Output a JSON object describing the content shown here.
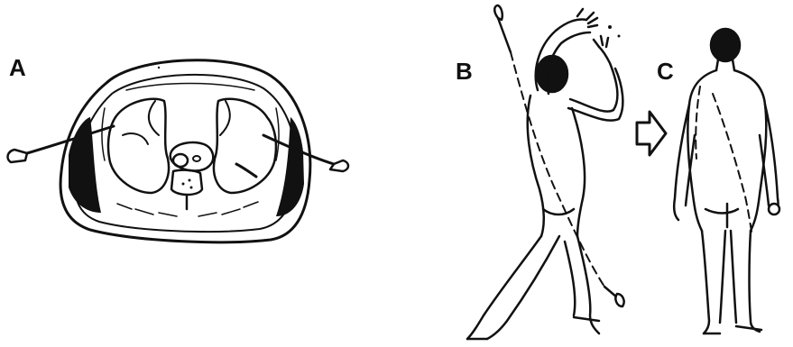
{
  "panels": {
    "a": {
      "label": "A"
    },
    "b": {
      "label": "B"
    },
    "c": {
      "label": "C"
    }
  },
  "colors": {
    "ink": "#111111",
    "paper": "#ffffff"
  }
}
